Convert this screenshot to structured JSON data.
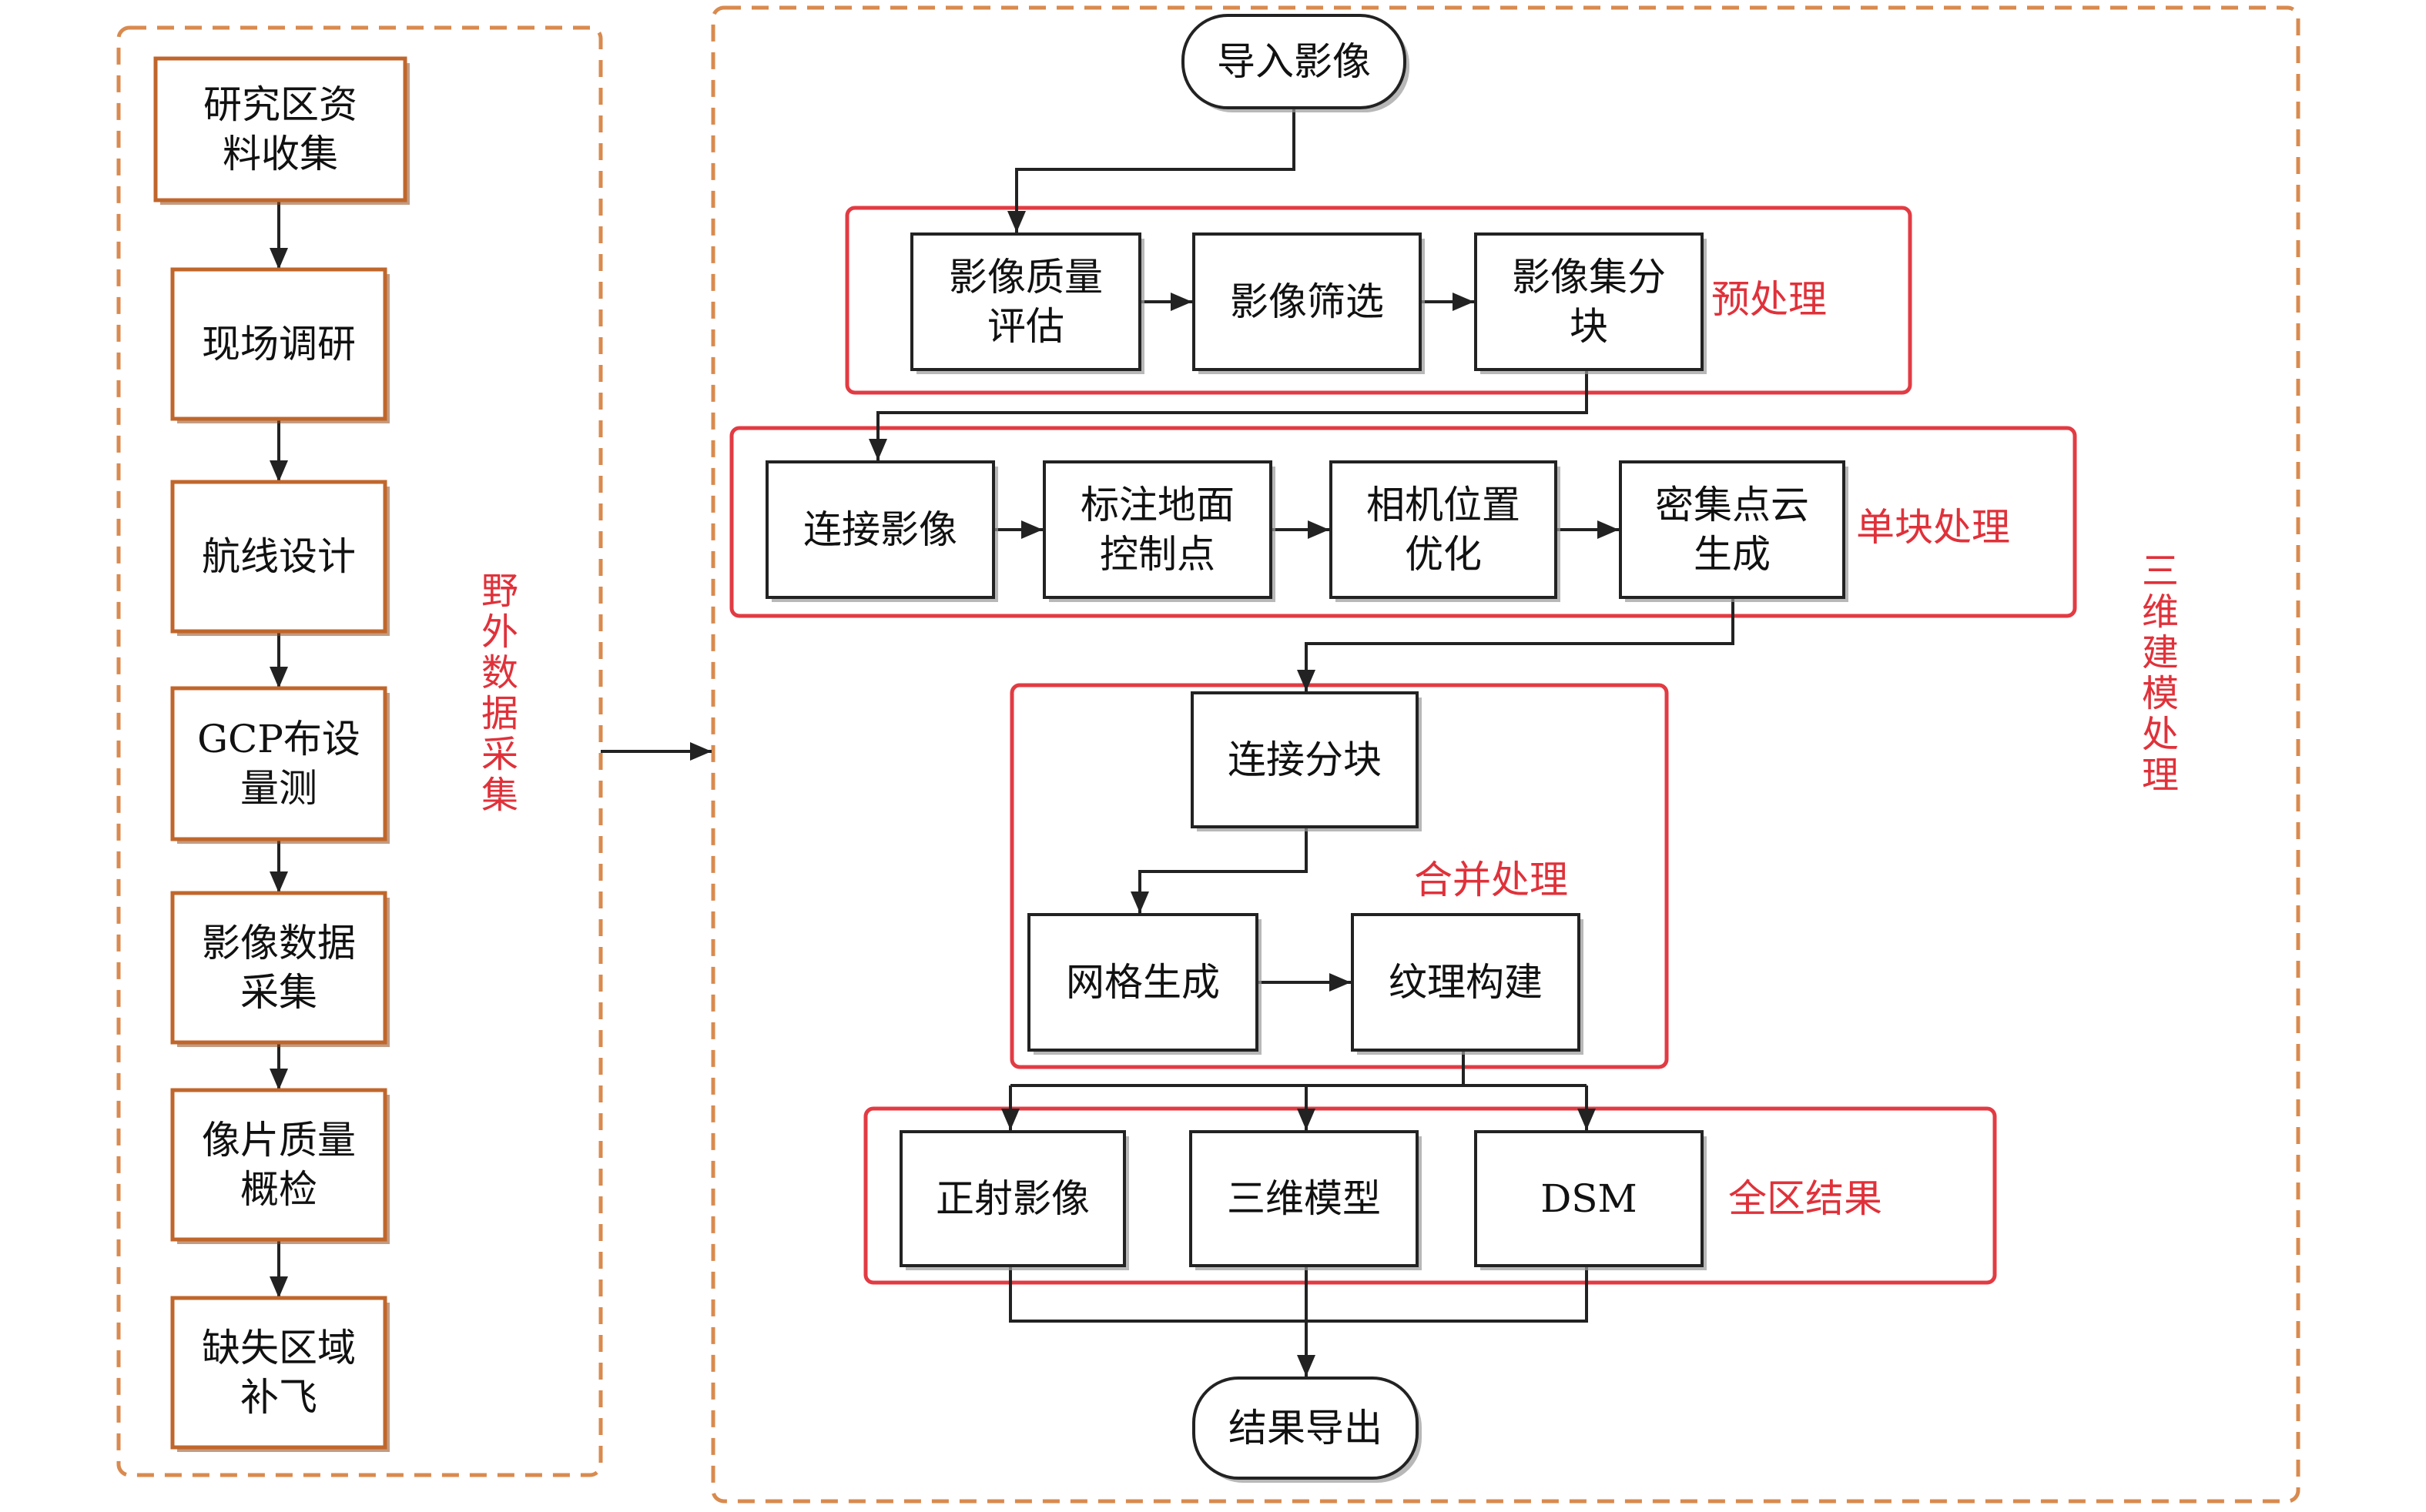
{
  "field_collection": {
    "label": "野外数据采集",
    "steps": [
      {
        "lines": [
          "研究区资",
          "料收集"
        ]
      },
      {
        "lines": [
          "现场调研"
        ]
      },
      {
        "lines": [
          "航线设计"
        ]
      },
      {
        "lines": [
          "GCP布设",
          "量测"
        ]
      },
      {
        "lines": [
          "影像数据",
          "采集"
        ]
      },
      {
        "lines": [
          "像片质量",
          "概检"
        ]
      },
      {
        "lines": [
          "缺失区域",
          "补飞"
        ]
      }
    ]
  },
  "modeling": {
    "label": "三维建模处理",
    "start": "导入影像",
    "end": "结果导出",
    "preprocess": {
      "label": "预处理",
      "steps": [
        {
          "lines": [
            "影像质量",
            "评估"
          ]
        },
        {
          "lines": [
            "影像筛选"
          ]
        },
        {
          "lines": [
            "影像集分",
            "块"
          ]
        }
      ]
    },
    "block": {
      "label": "单块处理",
      "steps": [
        {
          "lines": [
            "连接影像"
          ]
        },
        {
          "lines": [
            "标注地面",
            "控制点"
          ]
        },
        {
          "lines": [
            "相机位置",
            "优化"
          ]
        },
        {
          "lines": [
            "密集点云",
            "生成"
          ]
        }
      ]
    },
    "merge": {
      "label": "合并处理",
      "steps": [
        {
          "lines": [
            "连接分块"
          ]
        },
        {
          "lines": [
            "网格生成"
          ]
        },
        {
          "lines": [
            "纹理构建"
          ]
        }
      ]
    },
    "results": {
      "label": "全区结果",
      "steps": [
        {
          "lines": [
            "正射影像"
          ]
        },
        {
          "lines": [
            "三维模型"
          ]
        },
        {
          "lines": [
            "DSM"
          ]
        }
      ]
    }
  },
  "colors": {
    "stage_outline": "#e23b43",
    "stage_label": "#e0313a",
    "panel_dashed_border": "#d98a4e",
    "field_box_border": "#c0662b",
    "field_box_shadow": "#8f4a1c",
    "process_box_border": "#222222",
    "process_box_shadow": "#9a9a9a",
    "connector": "#222222"
  }
}
